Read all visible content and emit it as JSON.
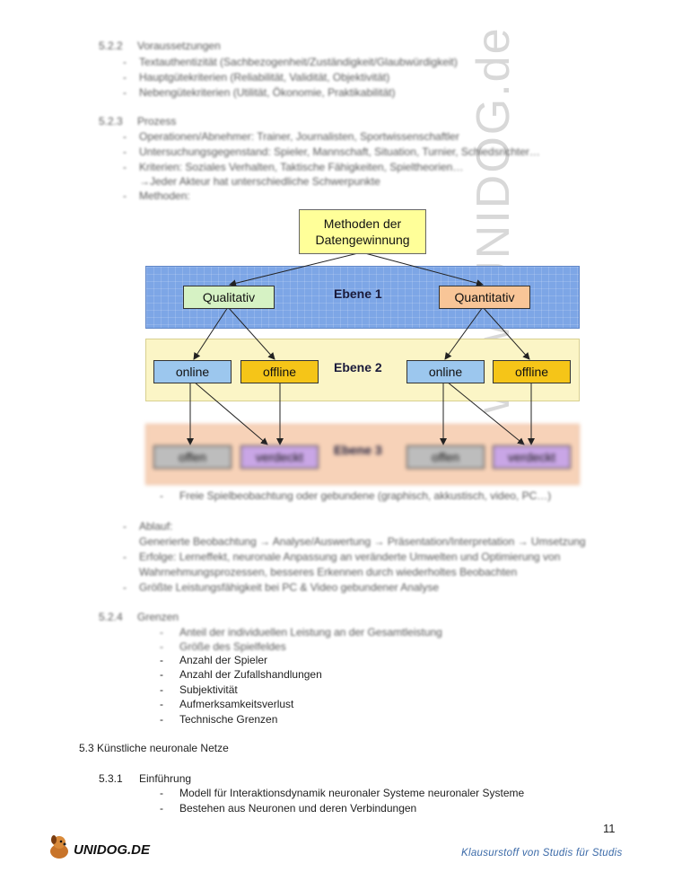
{
  "watermark": "www.UNIDOG.de",
  "sections": {
    "s522": {
      "num": "5.2.2",
      "title": "Voraussetzungen",
      "items": [
        "Textauthentizität (Sachbezogenheit/Zuständigkeit/Glaubwürdigkeit)",
        "Hauptgütekriterien (Reliabilität, Validität, Objektivität)",
        "Nebengütekriterien (Utilität, Ökonomie, Praktikabilität)"
      ]
    },
    "s523": {
      "num": "5.2.3",
      "title": "Prozess",
      "items": [
        "Operationen/Abnehmer: Trainer, Journalisten, Sportwissenschaftler",
        "Untersuchungsgegenstand: Spieler, Mannschaft, Situation, Turnier, Schiedsrichter…",
        "Kriterien: Soziales Verhalten, Taktische Fähigkeiten, Spieltheorien…",
        "→Jeder Akteur hat unterschiedliche Schwerpunkte",
        "Methoden:"
      ],
      "after_diagram": [
        "Freie Spielbeobachtung oder gebundene (graphisch, akkustisch, video, PC…)",
        "Ablauf:",
        "Generierte Beobachtung → Analyse/Auswertung → Präsentation/Interpretation → Umsetzung",
        "Erfolge: Lerneffekt, neuronale Anpassung an veränderte Umwelten und Optimierung von",
        "Wahrnehmungsprozessen, besseres Erkennen durch wiederholtes Beobachten",
        "Größte Leistungsfähigkeit bei PC & Video gebundener Analyse"
      ]
    },
    "s524": {
      "num": "5.2.4",
      "title": "Grenzen",
      "items_blurred": [
        "Anteil der individuellen Leistung an der Gesamtleistung",
        "Größe des Spielfeldes"
      ],
      "items": [
        "Anzahl der Spieler",
        "Anzahl der Zufallshandlungen",
        "Subjektivität",
        "Aufmerksamkeitsverlust",
        "Technische Grenzen"
      ]
    },
    "s53": {
      "title": "5.3  Künstliche neuronale Netze"
    },
    "s531": {
      "num": "5.3.1",
      "title": "Einführung",
      "items": [
        "Modell für Interaktionsdynamik neuronaler Systeme neuronaler Systeme",
        "Bestehen aus Neuronen und deren Verbindungen"
      ]
    }
  },
  "diagram": {
    "top": "Methoden der Datengewinnung",
    "ebene1": "Ebene 1",
    "ebene2": "Ebene 2",
    "ebene3": "Ebene 3",
    "qualitativ": "Qualitativ",
    "quantitativ": "Quantitativ",
    "online": "online",
    "offline": "offline",
    "offen": "offen",
    "verdeckt": "verdeckt"
  },
  "footer": {
    "page_number": "11",
    "tagline": "Klausurstoff von Studis für Studis",
    "logo_text": "UNIDOG.DE"
  }
}
